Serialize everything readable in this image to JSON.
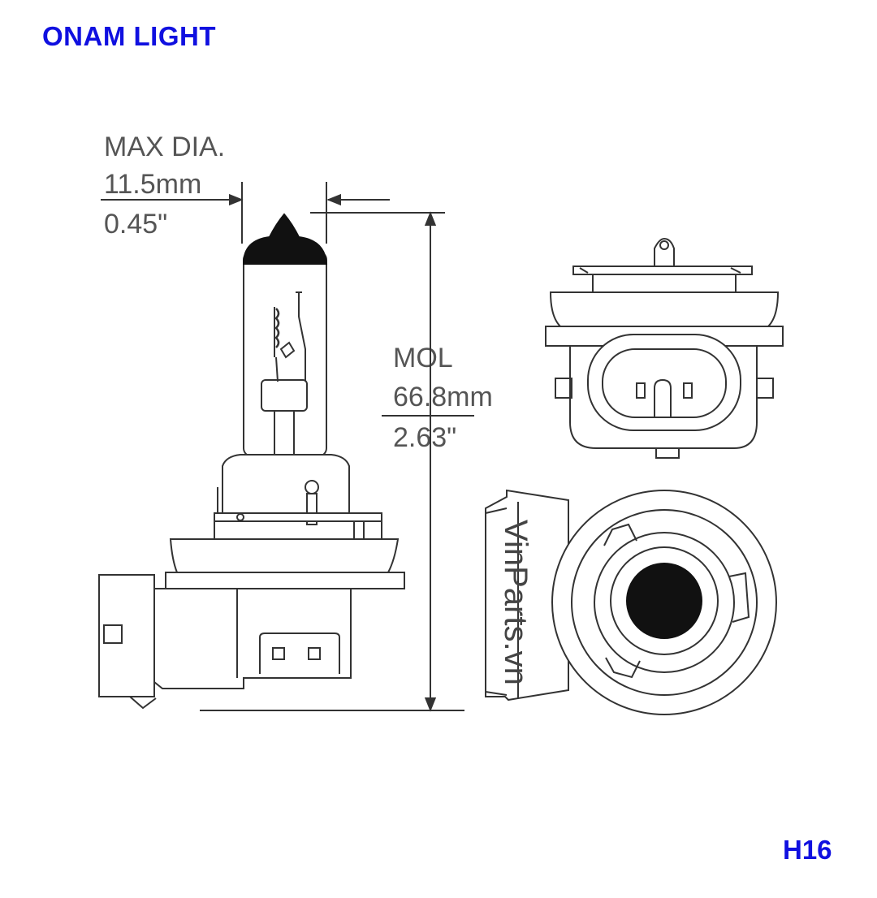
{
  "brand": "ONAM LIGHT",
  "model": "H16",
  "dimensions": {
    "max_dia_label": "MAX DIA.",
    "max_dia_mm": "11.5mm",
    "max_dia_in": "0.45\"",
    "mol_label": "MOL",
    "mol_mm": "66.8mm",
    "mol_in": "2.63\""
  },
  "watermark": "VinParts.vn",
  "colors": {
    "brand": "#1010e0",
    "line": "#333333",
    "dimension_text": "#555555"
  }
}
